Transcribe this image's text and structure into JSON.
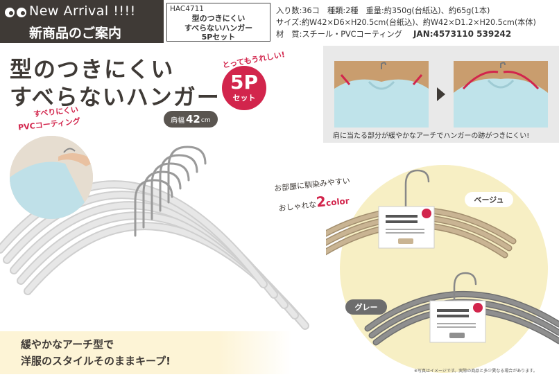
{
  "badge": {
    "line1": "New Arrival !!!!",
    "line2": "新商品のご案内"
  },
  "product": {
    "code": "HAC4711",
    "name_line1": "型のつきにくい",
    "name_line2": "すべらないハンガー",
    "set": "5Pセット"
  },
  "specs": {
    "line1": "入り数:36コ　種類:2種　重量:約350g(台紙込)、約65g(1本)",
    "line2": "サイズ:約W42×D6×H20.5cm(台紙込)、約W42×D1.2×H20.5cm(本体)",
    "line3": "材　質:スチール・PVCコーティング",
    "jan": "JAN:4573110 539242"
  },
  "title": {
    "line1": "型のつきにくい",
    "line2": "すべらないハンガー",
    "tagline": "とってもうれしい!",
    "set_number": "5P",
    "set_label": "セット"
  },
  "shoulder": {
    "label": "肩幅",
    "value": "42",
    "unit": "cm"
  },
  "pvc": {
    "line1": "すべりにくい",
    "line2": "PVCコーティング"
  },
  "compare": {
    "caption": "肩に当たる部分が緩やかなアーチでハンガーの跡がつきにくい!"
  },
  "colors": {
    "line1": "お部屋に馴染みやすい",
    "line2_pre": "おしゃれな",
    "line2_num": "2",
    "line2_post": "color",
    "beige": "ベージュ",
    "grey": "グレー"
  },
  "bottom_note": {
    "line1": "緩やかなアーチ型で",
    "line2": "洋服のスタイルそのままキープ!"
  },
  "disclaimer": "※写真はイメージです。実際の商品と多少異なる場合があります。",
  "palette": {
    "dark": "#3f3a36",
    "accent": "#d2254c",
    "beige": "#c9b493",
    "grey": "#8a8a8a",
    "circle": "#f7efc4"
  }
}
